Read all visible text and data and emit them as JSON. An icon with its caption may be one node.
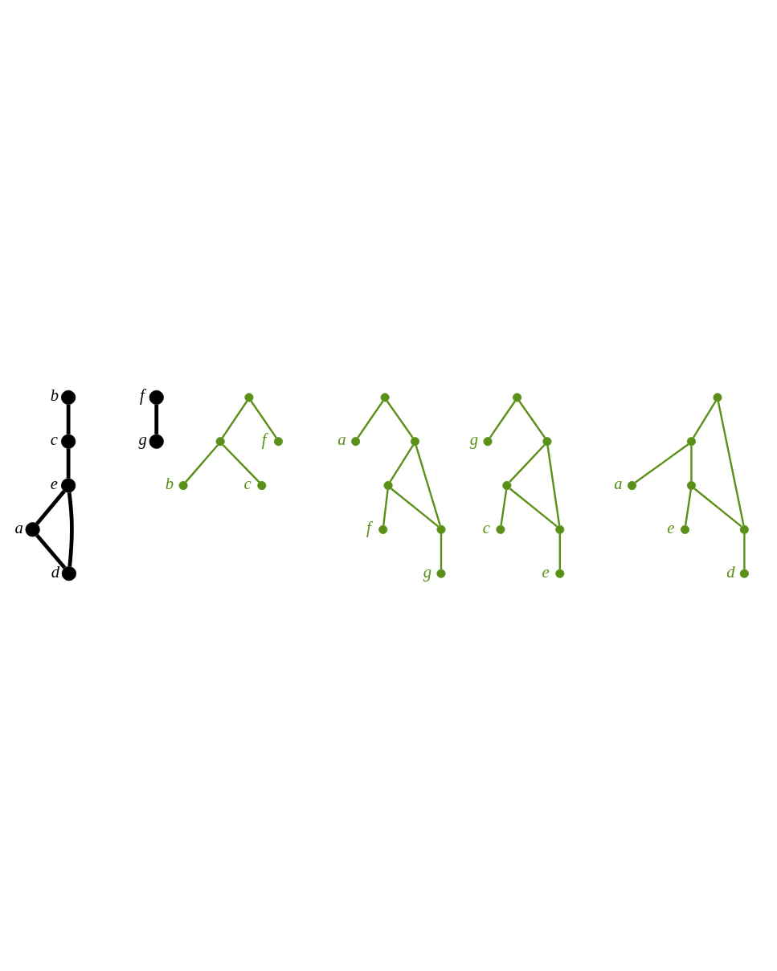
{
  "diagram": {
    "nodes": [
      {
        "text": [],
        "shape": "circle",
        "beside": [
          "b"
        ]
      },
      {
        "text": [],
        "shape": "circle",
        "beside": [
          "f"
        ]
      },
      {
        "text": [],
        "shape": "circle",
        "beside": [
          "c"
        ]
      },
      {
        "text": [],
        "shape": "circle",
        "beside": [
          "g"
        ]
      },
      {
        "text": [],
        "shape": "circle",
        "beside": [
          "e"
        ]
      },
      {
        "text": [],
        "shape": "circle",
        "beside": [
          "a"
        ]
      },
      {
        "text": [],
        "shape": "circle",
        "beside": [
          "d"
        ]
      },
      {
        "text": [],
        "shape": "circle"
      },
      {
        "text": [],
        "shape": "circle"
      },
      {
        "text": [],
        "shape": "circle",
        "beside": [
          "b"
        ]
      },
      {
        "text": [],
        "shape": "circle",
        "beside": [
          "c"
        ]
      },
      {
        "text": [],
        "shape": "circle",
        "beside": [
          "f"
        ]
      },
      {
        "text": [],
        "shape": "circle"
      },
      {
        "text": [],
        "shape": "circle",
        "beside": [
          "a"
        ]
      },
      {
        "text": [],
        "shape": "circle"
      },
      {
        "text": [],
        "shape": "circle"
      },
      {
        "text": [],
        "shape": "circle",
        "beside": [
          "f"
        ]
      },
      {
        "text": [],
        "shape": "circle"
      },
      {
        "text": [],
        "shape": "circle",
        "beside": [
          "g"
        ]
      },
      {
        "text": [],
        "shape": "circle"
      },
      {
        "text": [],
        "shape": "circle",
        "beside": [
          "g"
        ]
      },
      {
        "text": [],
        "shape": "circle"
      },
      {
        "text": [],
        "shape": "circle"
      },
      {
        "text": [],
        "shape": "circle",
        "beside": [
          "c"
        ]
      },
      {
        "text": [],
        "shape": "circle"
      },
      {
        "text": [],
        "shape": "circle",
        "beside": [
          "e"
        ]
      },
      {
        "text": [],
        "shape": "circle"
      },
      {
        "text": [],
        "shape": "circle"
      },
      {
        "text": [],
        "shape": "circle",
        "beside": [
          "a"
        ]
      },
      {
        "text": [],
        "shape": "circle"
      },
      {
        "text": [],
        "shape": "circle",
        "beside": [
          "e"
        ]
      },
      {
        "text": [],
        "shape": "circle"
      },
      {
        "text": [],
        "shape": "circle",
        "beside": [
          "d"
        ]
      }
    ],
    "edges": [
      {
        "from": 0,
        "to": 2,
        "arrow": "none",
        "style": "thick",
        "color": "#000000"
      },
      {
        "from": 2,
        "to": 4,
        "arrow": "none",
        "style": "thick",
        "color": "#000000"
      },
      {
        "from": 4,
        "to": 5,
        "arrow": "none",
        "style": "thick",
        "color": "#000000"
      },
      {
        "from": 4,
        "to": 6,
        "arrow": "none",
        "style": "thick",
        "color": "#000000"
      },
      {
        "from": 5,
        "to": 6,
        "arrow": "none",
        "style": "thick",
        "color": "#000000"
      },
      {
        "from": 1,
        "to": 3,
        "arrow": "none",
        "style": "thick",
        "color": "#000000"
      },
      {
        "from": 7,
        "to": 8,
        "arrow": "none"
      },
      {
        "from": 7,
        "to": 11,
        "arrow": "none"
      },
      {
        "from": 8,
        "to": 9,
        "arrow": "none"
      },
      {
        "from": 8,
        "to": 10,
        "arrow": "none"
      },
      {
        "from": 12,
        "to": 13,
        "arrow": "none"
      },
      {
        "from": 12,
        "to": 14,
        "arrow": "none"
      },
      {
        "from": 14,
        "to": 15,
        "arrow": "none"
      },
      {
        "from": 14,
        "to": 17,
        "arrow": "none"
      },
      {
        "from": 15,
        "to": 16,
        "arrow": "none"
      },
      {
        "from": 15,
        "to": 17,
        "arrow": "none"
      },
      {
        "from": 17,
        "to": 18,
        "arrow": "none"
      },
      {
        "from": 19,
        "to": 20,
        "arrow": "none"
      },
      {
        "from": 19,
        "to": 21,
        "arrow": "none"
      },
      {
        "from": 21,
        "to": 22,
        "arrow": "none"
      },
      {
        "from": 21,
        "to": 24,
        "arrow": "none"
      },
      {
        "from": 22,
        "to": 23,
        "arrow": "none"
      },
      {
        "from": 22,
        "to": 24,
        "arrow": "none"
      },
      {
        "from": 24,
        "to": 25,
        "arrow": "none"
      },
      {
        "from": 26,
        "to": 27,
        "arrow": "none"
      },
      {
        "from": 27,
        "to": 28,
        "arrow": "none"
      },
      {
        "from": 27,
        "to": 29,
        "arrow": "none"
      },
      {
        "from": 29,
        "to": 30,
        "arrow": "none"
      },
      {
        "from": 29,
        "to": 31,
        "arrow": "none"
      },
      {
        "from": 26,
        "to": 31,
        "arrow": "none"
      },
      {
        "from": 31,
        "to": 32,
        "arrow": "none"
      }
    ]
  }
}
